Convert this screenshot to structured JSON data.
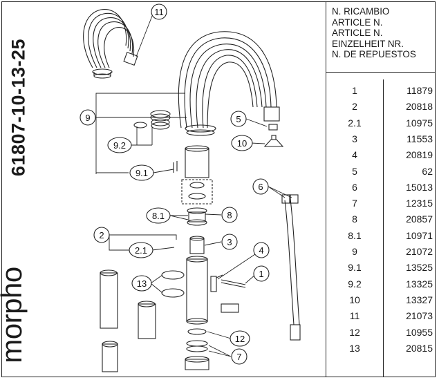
{
  "product_code": "61807-10-13-25",
  "brand": "morpho",
  "header_lines": [
    "N. RICAMBIO",
    "ARTICLE N.",
    "ARTICLE N.",
    "EINZELHEIT NR.",
    "N. DE REPUESTOS"
  ],
  "parts": [
    {
      "part": "1",
      "article": "11879"
    },
    {
      "part": "2",
      "article": "20818"
    },
    {
      "part": "2.1",
      "article": "10975"
    },
    {
      "part": "3",
      "article": "11553"
    },
    {
      "part": "4",
      "article": "20819"
    },
    {
      "part": "5",
      "article": "62"
    },
    {
      "part": "6",
      "article": "15013"
    },
    {
      "part": "7",
      "article": "12315"
    },
    {
      "part": "8",
      "article": "20857"
    },
    {
      "part": "8.1",
      "article": "10971"
    },
    {
      "part": "9",
      "article": "21072"
    },
    {
      "part": "9.1",
      "article": "13525"
    },
    {
      "part": "9.2",
      "article": "13325"
    },
    {
      "part": "10",
      "article": "13327"
    },
    {
      "part": "11",
      "article": "21073"
    },
    {
      "part": "12",
      "article": "10955"
    },
    {
      "part": "13",
      "article": "20815"
    }
  ],
  "callouts": {
    "c11": "11",
    "c9": "9",
    "c92": "9.2",
    "c91": "9.1",
    "c5": "5",
    "c10": "10",
    "c6": "6",
    "c81": "8.1",
    "c8": "8",
    "c2": "2",
    "c3": "3",
    "c21": "2.1",
    "c4": "4",
    "c1": "1",
    "c13": "13",
    "c12": "12",
    "c7": "7"
  }
}
